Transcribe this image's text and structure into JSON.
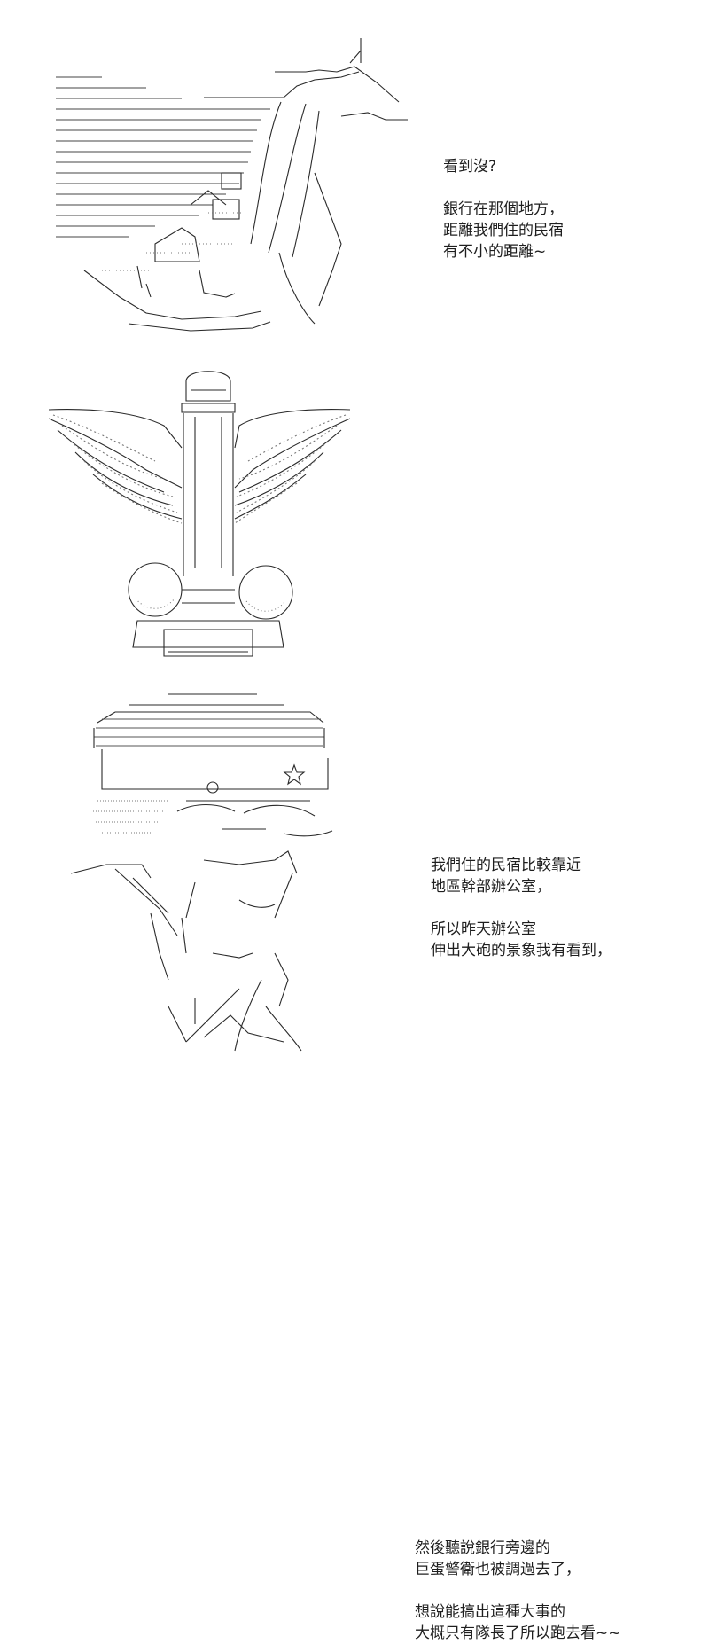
{
  "panels": [
    {
      "art": "ascii-art-bank-building",
      "lines": [
        "看到沒?",
        "",
        "銀行在那個地方，",
        "距離我們住的民宿",
        "有不小的距離~"
      ]
    },
    {
      "art": "ascii-art-winged-cannon-tower",
      "lines": [
        "我們住的民宿比較靠近",
        "地區幹部辦公室，",
        "",
        "所以昨天辦公室",
        "伸出大砲的景象我有看到，"
      ]
    },
    {
      "art": "ascii-art-hat-guard-figure",
      "lines": [
        "然後聽說銀行旁邊的",
        "巨蛋警衛也被調過去了，",
        "",
        "想說能搞出這種大事的",
        "大概只有隊長了所以跑去看~~"
      ]
    }
  ]
}
